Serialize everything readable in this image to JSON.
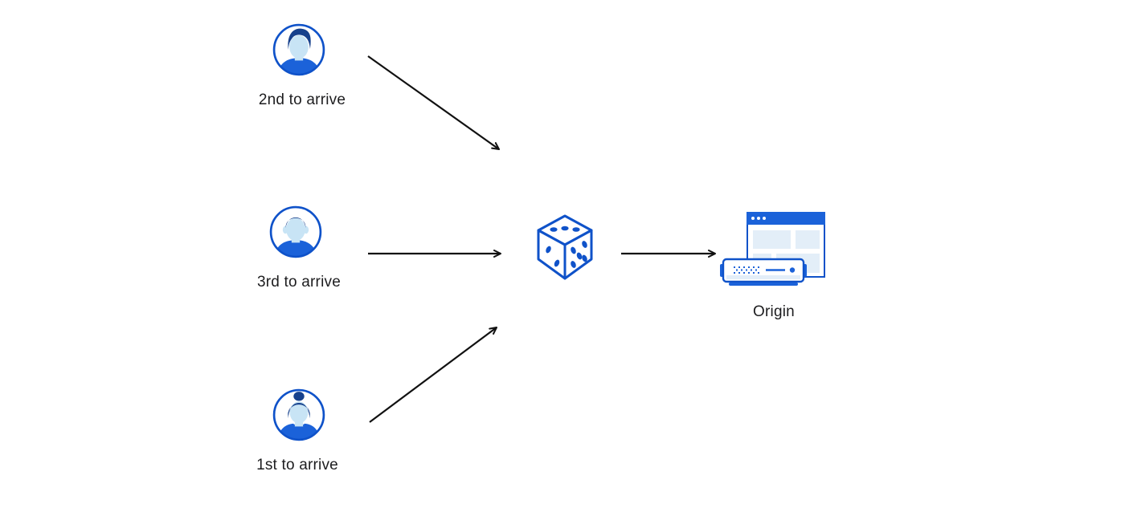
{
  "diagram": {
    "title": "random-first-come-first-served-origin-flow",
    "background": "#ffffff",
    "colors": {
      "stroke_blue": "#0f52c9",
      "fill_blue": "#1b62d9",
      "hair_navy": "#17418c",
      "face_light_blue": "#c8e4f5",
      "pale_blue": "#e3eef8",
      "arrow_black": "#111111",
      "text": "#1d1d1f"
    },
    "nodes": {
      "user_second": {
        "label": "2nd to arrive",
        "icon": "male-avatar-swoop-hair-icon"
      },
      "user_third": {
        "label": "3rd to arrive",
        "icon": "male-avatar-short-hair-icon"
      },
      "user_first": {
        "label": "1st to arrive",
        "icon": "female-avatar-bun-icon"
      },
      "randomizer": {
        "label": "",
        "icon": "dice-icon"
      },
      "origin": {
        "label": "Origin",
        "icon": "origin-server-browser-icon"
      }
    },
    "edges": [
      {
        "from": "user_second",
        "to": "randomizer",
        "direction": "diagonal-down-right"
      },
      {
        "from": "user_third",
        "to": "randomizer",
        "direction": "horizontal-right"
      },
      {
        "from": "user_first",
        "to": "randomizer",
        "direction": "diagonal-up-right"
      },
      {
        "from": "randomizer",
        "to": "origin",
        "direction": "horizontal-right"
      }
    ]
  }
}
